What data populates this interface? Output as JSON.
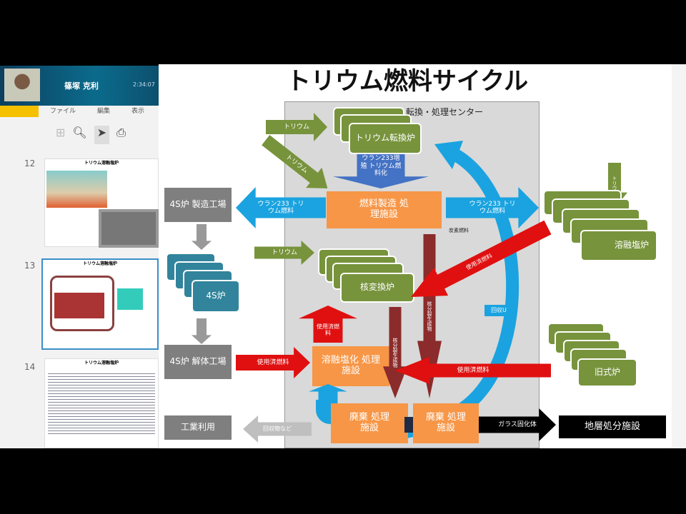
{
  "video": {
    "presenter_name": "篠塚 克利",
    "time": "2:34:07"
  },
  "viewer": {
    "menu": [
      "ファイル",
      "編集",
      "表示"
    ],
    "tools": [
      "grid-icon",
      "zoom-icon",
      "cursor-icon",
      "print-icon"
    ],
    "thumbnails": [
      {
        "number": "12",
        "title": "トリウム溶融塩炉"
      },
      {
        "number": "13",
        "title": "トリウム溶融塩炉"
      },
      {
        "number": "14",
        "title": "トリウム溶融塩炉"
      }
    ]
  },
  "slide": {
    "title": "トリウム燃料サイクル",
    "center_label": "転換・処理センター",
    "thorium_arrow": "トリウム",
    "thorium_converter": "トリウム転換炉",
    "u233_breeding": "ウラン233増殖 トリウム燃料化",
    "fuel_facility": "燃料製造 処理施設",
    "u233_fuel_left": "ウラン233 トリウム燃料",
    "u233_fuel_right": "ウラン233 トリウム燃料",
    "small_note": "炭素燃料",
    "factory_4s": "4S炉 製造工場",
    "reactor_4s": "4S炉",
    "dismantle_4s": "4S炉 解体工場",
    "industrial_use": "工業利用",
    "transmutation_reactor": "核変換炉",
    "spent_fuel": "使用済燃料",
    "molten_salt_facility": "溶融塩化 処理施設",
    "waste_facility_1": "廃棄 処理施設",
    "waste_facility_2": "廃棄 処理施設",
    "recovered": "回収物など",
    "glass": "ガラス固化体",
    "disposal": "地層処分施設",
    "msr": "溶融塩炉",
    "old_reactor": "旧式炉",
    "recovered_u": "回収U",
    "fission_products": "核分裂生成物"
  }
}
